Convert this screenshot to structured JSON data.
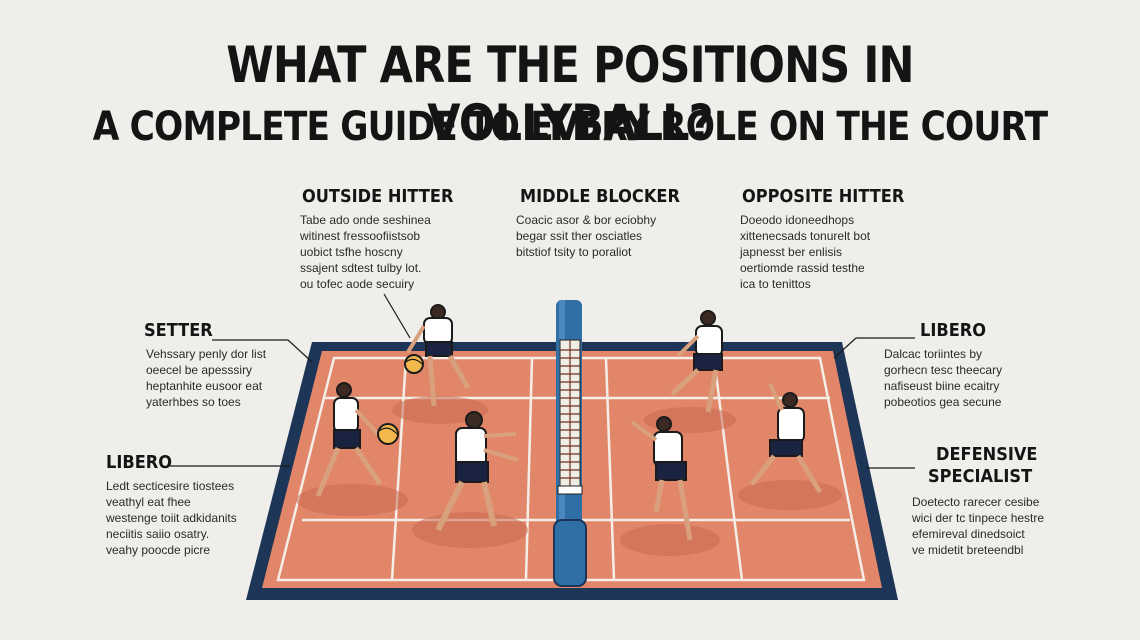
{
  "title": {
    "line1": "WHAT ARE THE POSITIONS IN VOLLYBALL?",
    "line2": "A COMPLETE GUIDE TO EVERY ROLE ON THE COURT"
  },
  "positions": {
    "outside_hitter": {
      "label": "OUTSIDE HITTER",
      "lines": [
        "Tabe ado onde seshinea",
        "witinest fressoofiistsob",
        "uobict tsfhe hoscny",
        "ssajent sdtest tulby lot.",
        "ou tofec aode secuiry"
      ]
    },
    "middle_blocker": {
      "label": "MIDDLE BLOCKER",
      "lines": [
        "Coacic asor & bor eciobhy",
        "begar ssit ther osciatles",
        "bitstiof tsity to poraliot"
      ]
    },
    "opposite_hitter": {
      "label": "OPPOSITE HITTER",
      "lines": [
        "Doeodo idoneedhops",
        "xittenecsads tonurelt bot",
        "japnesst ber enlisis",
        "oertiomde rassid testhe",
        "ica to tenittos"
      ]
    },
    "setter": {
      "label": "SETTER",
      "lines": [
        "Vehssary penly dor list",
        "oeecel be apesssiry",
        "heptanhite eusoor eat",
        "yaterhbes so toes"
      ]
    },
    "libero_right": {
      "label": "LIBERO",
      "lines": [
        "Dalcac toriintes by",
        "gorhecn tesc theecary",
        "nafiseust biine ecaitry",
        "pobeotios gea secune"
      ]
    },
    "libero_left": {
      "label": "LIBERO",
      "lines": [
        "Ledt secticesire tiostees",
        "veathyl eat fhee",
        "westenge toiit adkidanits",
        "neciitis saiio osatry.",
        "veahy poocde picre"
      ]
    },
    "defensive_specialist": {
      "label_line1": "DEFENSIVE",
      "label_line2": "SPECIALIST",
      "lines": [
        "Doetecto rarecer cesibe",
        "wici der tc tinpece hestre",
        "efemireval dinedsoict",
        "ve midetit breteendbl"
      ]
    }
  },
  "colors": {
    "background": "#efeeea",
    "court_border": "#1d3556",
    "court_floor": "#e2866a",
    "court_lines": "#f4eee6",
    "net_post": "#2f6fa5"
  }
}
